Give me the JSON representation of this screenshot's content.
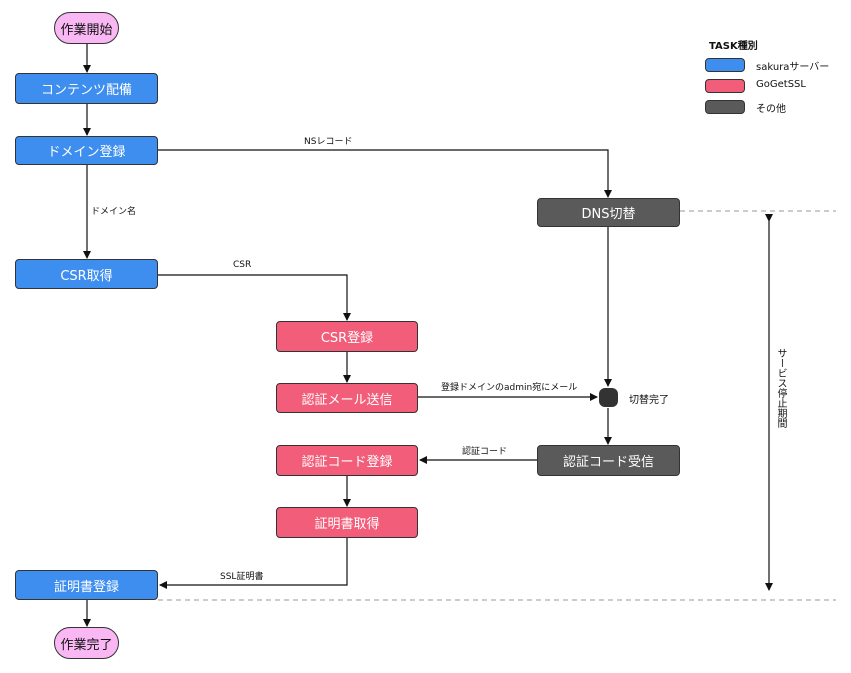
{
  "nodes": {
    "start": "作業開始",
    "content_deploy": "コンテンツ配備",
    "domain_register": "ドメイン登録",
    "dns_switch": "DNS切替",
    "csr_get": "CSR取得",
    "csr_register": "CSR登録",
    "auth_mail": "認証メール送信",
    "switch_done": "切替完了",
    "auth_code_register": "認証コード登録",
    "auth_code_receive": "認証コード受信",
    "cert_get": "証明書取得",
    "cert_register": "証明書登録",
    "end": "作業完了"
  },
  "edges": {
    "ns_record": "NSレコード",
    "domain_name": "ドメイン名",
    "csr": "CSR",
    "admin_mail": "登録ドメインのadmin宛にメール",
    "auth_code": "認証コード",
    "ssl_cert": "SSL証明書"
  },
  "legend": {
    "title": "TASK種別",
    "items": [
      {
        "label": "sakuraサーバー",
        "color": "#3e8ef0"
      },
      {
        "label": "GoGetSSL",
        "color": "#f25e7a"
      },
      {
        "label": "その他",
        "color": "#5a5a5a"
      }
    ]
  },
  "downtime_label": "サービス停止期間",
  "colors": {
    "sakura": "#3e8ef0",
    "gogetssl": "#f25e7a",
    "other": "#5a5a5a",
    "terminal": "#f9b7f3"
  }
}
